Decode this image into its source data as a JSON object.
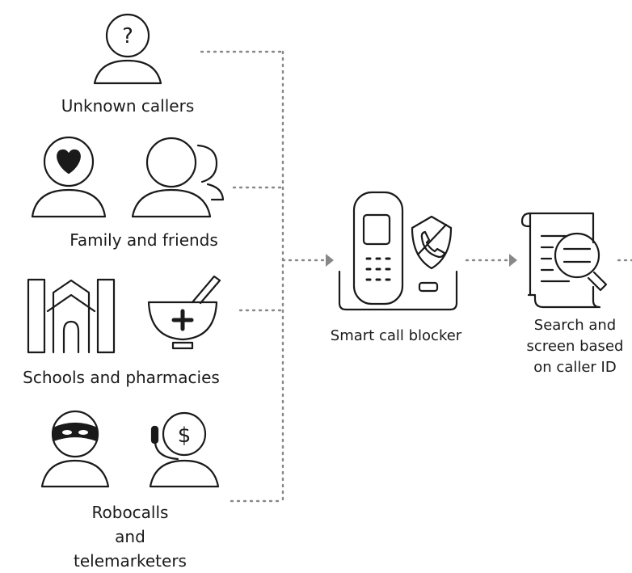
{
  "sources": {
    "unknown": {
      "label": "Unknown callers",
      "icon": "question-person-icon"
    },
    "family": {
      "label": "Family and friends",
      "icon": "heart-person-icon"
    },
    "schools": {
      "label": "Schools and pharmacies",
      "icon": "school-building-icon"
    },
    "robocalls": {
      "label_lines": [
        "Robocalls",
        "and",
        "telemarketers"
      ],
      "icon": "masked-person-icon"
    }
  },
  "blocker": {
    "label": "Smart call blocker",
    "icon": "phone-shield-icon"
  },
  "screen": {
    "label_lines": [
      "Search and",
      "screen based",
      "on caller ID"
    ],
    "icon": "document-search-icon"
  },
  "colors": {
    "stroke": "#1a1a1a",
    "connector": "#888888"
  }
}
